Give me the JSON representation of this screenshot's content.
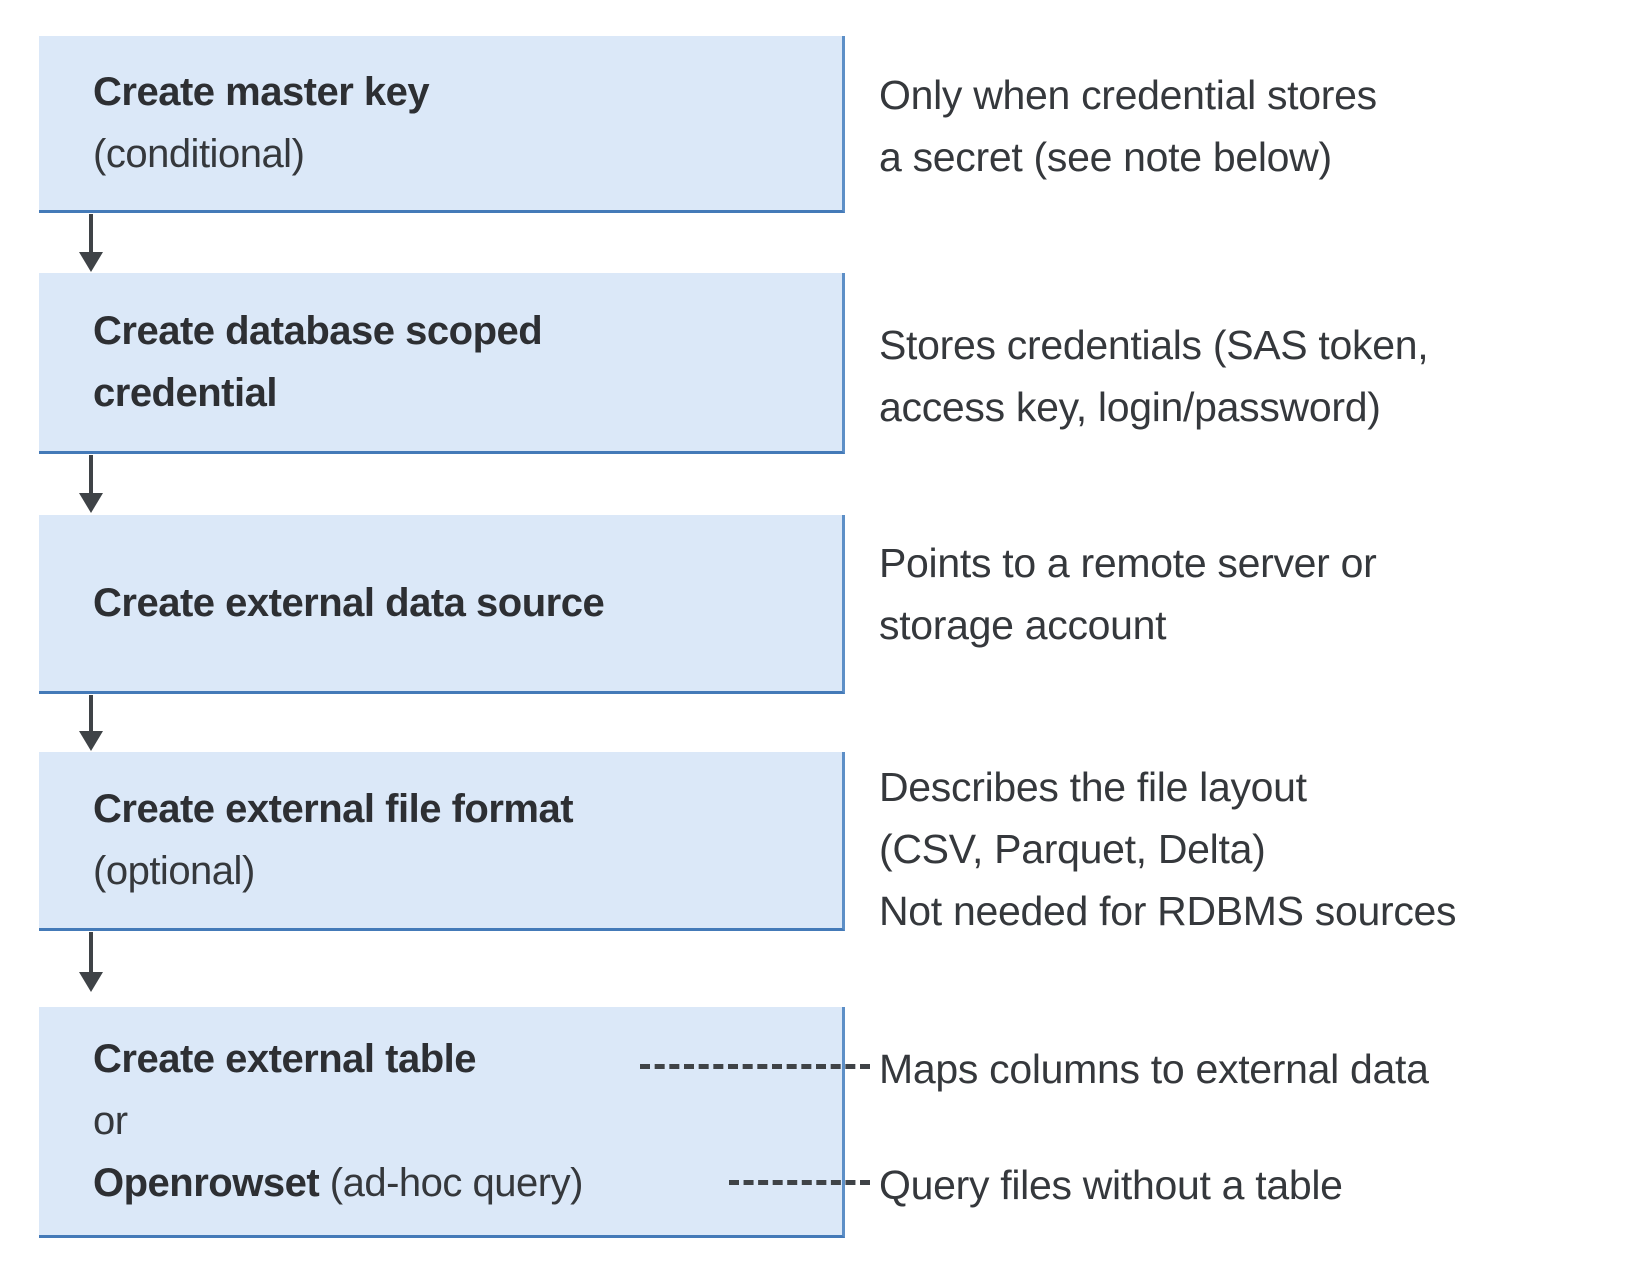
{
  "diagram": {
    "type": "flowchart",
    "background": "#ffffff",
    "colors": {
      "box_fill": "#dbe8f8",
      "box_border_right": "#5d8fc7",
      "box_border_bottom": "#447ab8",
      "title_text": "#2d2f33",
      "body_text": "#35383c",
      "connector": "#3f4347"
    },
    "flow": {
      "box1": {
        "title": "Create master key",
        "qualifier": "(conditional)"
      },
      "box2": {
        "title_line1": "Create database scoped",
        "title_line2": "credential"
      },
      "box3": {
        "title": "Create external data source"
      },
      "box4": {
        "title": "Create external file format",
        "qualifier": "(optional)"
      },
      "box5": {
        "option1": "Create external table",
        "conjunction": "or",
        "option2_bold": "Openrowset",
        "option2_rest": " (ad-hoc query)"
      }
    },
    "notes": {
      "note1": {
        "line1": "Only when credential stores",
        "line2": "a secret (see note below)"
      },
      "note2": {
        "line1": "Stores credentials (SAS token,",
        "line2": "access key, login/password)"
      },
      "note3": {
        "line1": "Points to a remote server or",
        "line2": "storage account"
      },
      "note4": {
        "line1": "Describes the file layout",
        "line2": "(CSV, Parquet, Delta)",
        "line3": "Not needed for RDBMS sources"
      },
      "note5": {
        "line1": "Maps columns to external data"
      },
      "note6": {
        "line1": "Query files without a table"
      }
    }
  }
}
